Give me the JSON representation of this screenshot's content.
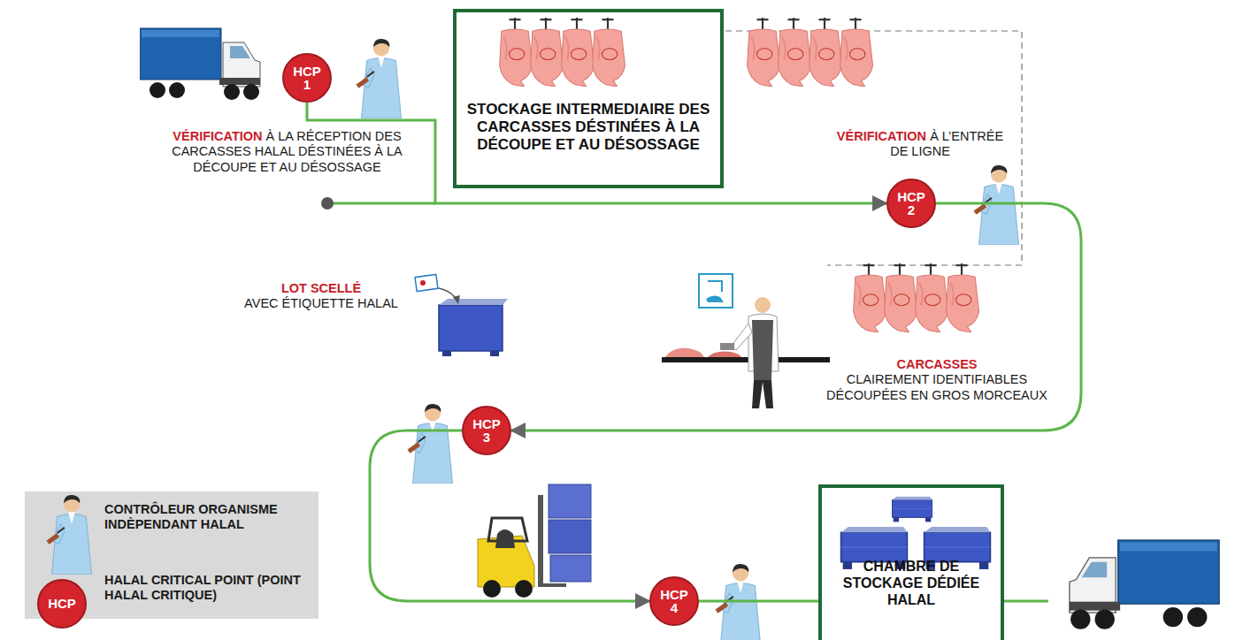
{
  "diagram": {
    "nodes": [
      {
        "text": [
          "HCP",
          "1"
        ]
      },
      {
        "text": [
          "STOCKAGE INTERMEDIAIRE DES CARCASSES DÉSTINÉES À LA DÉCOUPE ET AU DÉSOSSAGE"
        ]
      },
      {
        "text": [
          "HCP",
          "2"
        ]
      },
      {
        "text": [
          "HCP",
          "3"
        ]
      },
      {
        "text": [
          "HCP",
          "4"
        ]
      },
      {
        "text": [
          "CHAMBRE DE STOCKAGE DÉDIÉE HALAL"
        ]
      }
    ],
    "edges": [
      {
        "from": 0,
        "to": 2,
        "arrow": "to"
      },
      {
        "from": 2,
        "to": 3,
        "arrow": "to"
      },
      {
        "from": 3,
        "to": 4,
        "arrow": "to"
      },
      {
        "from": 4,
        "to": 5,
        "arrow": "none"
      }
    ],
    "labels": [
      "VÉRIFICATION",
      "À LA RÉCEPTION DES CARCASSES HALAL DÉSTINÉES À LA DÉCOUPE ET AU DÉSOSSAGE",
      "VÉRIFICATION",
      "À L’ENTRÉE DE LIGNE",
      "LOT SCELLÉ",
      "AVEC ÉTIQUETTE HALAL",
      "CARCASSES",
      "CLAIREMENT IDENTIFIABLES DÉCOUPÉES EN GROS MORCEAUX",
      "HCP"
    ],
    "legend": [
      {
        "text": "CONTRÔLEUR ORGANISME INDÈPENDANT HALAL"
      },
      {
        "text": "HALAL CRITICAL POINT (POINT HALAL CRITIQUE)"
      }
    ]
  }
}
